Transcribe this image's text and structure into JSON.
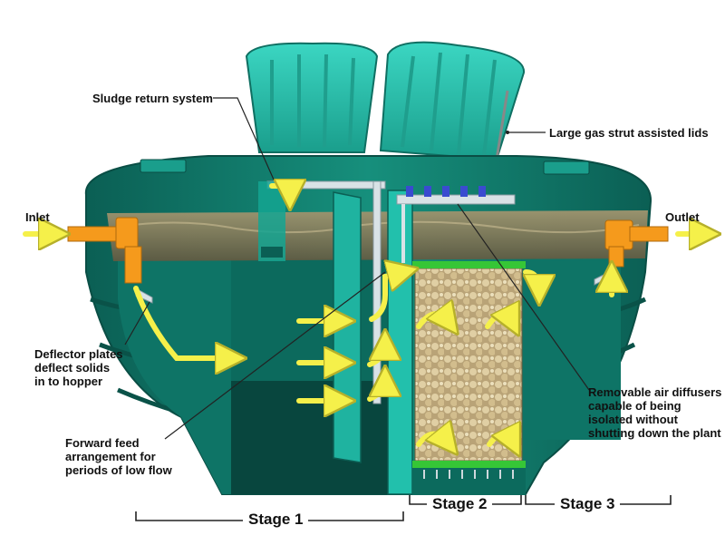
{
  "labels": {
    "sludge_return": "Sludge return system",
    "gas_strut_lids": "Large gas strut assisted lids",
    "inlet": "Inlet",
    "outlet": "Outlet",
    "deflector_plates": "Deflector plates\ndeflect solids\nin to hopper",
    "forward_feed": "Forward feed\narrangement for\nperiods of low flow",
    "air_diffusers": "Removable air diffusers\ncapable of being\nisolated without\nshutting down the plant"
  },
  "stages": {
    "stage1": "Stage 1",
    "stage2": "Stage 2",
    "stage3": "Stage 3"
  },
  "colors": {
    "tank_dark": "#0d6b5e",
    "tank_mid": "#16907d",
    "lid": "#2fc7b4",
    "water": "#8a7f5d",
    "media": "#cdb88a",
    "arrow": "#f5f04a",
    "pipe": "#f59a1c",
    "grid": "#36c636"
  }
}
